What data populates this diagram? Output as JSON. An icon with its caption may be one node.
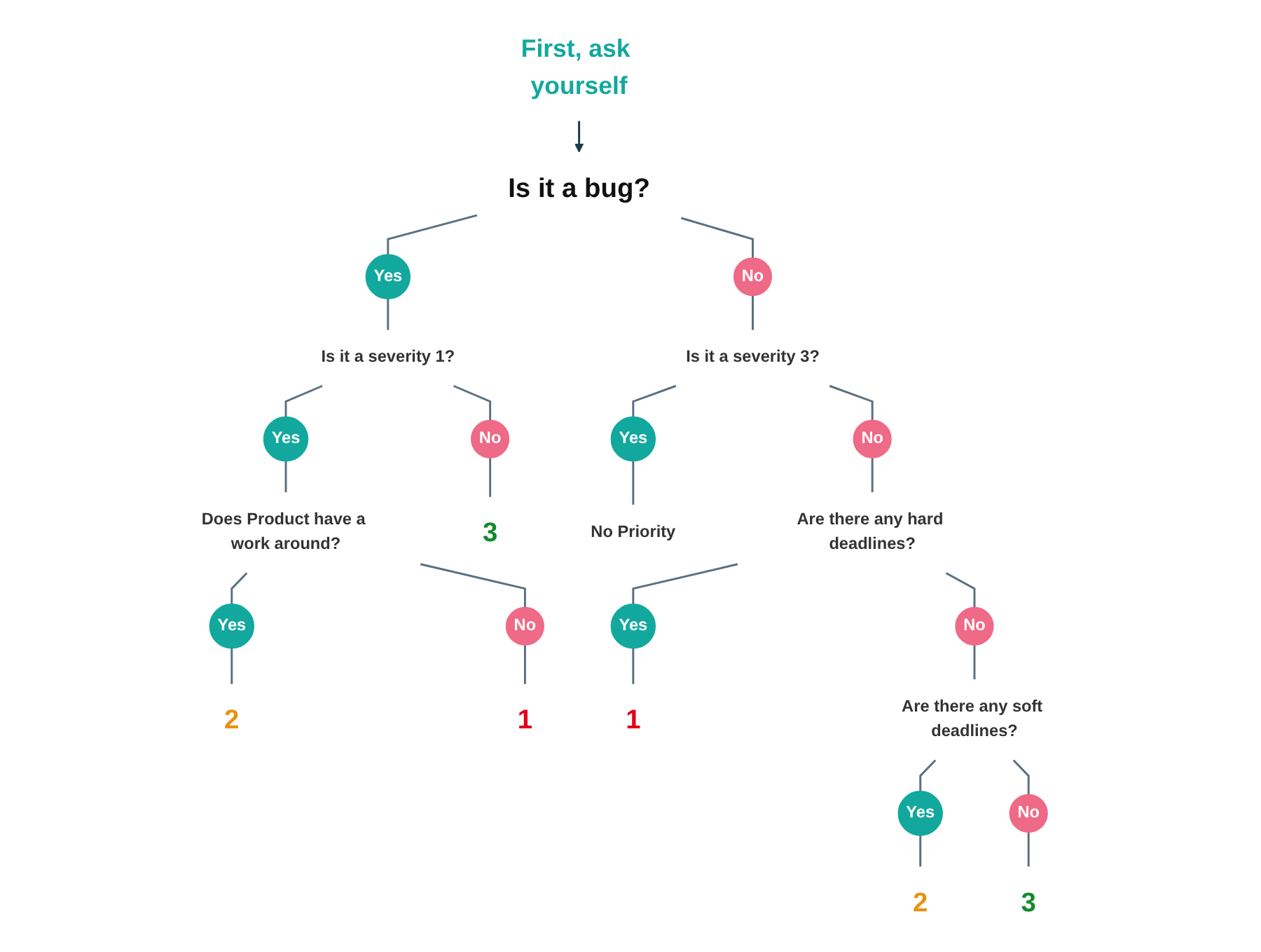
{
  "diagram": {
    "nodes": [
      {
        "text": [
          "First, ask yourself"
        ]
      },
      {
        "text": [
          "Is it a bug?"
        ]
      },
      {
        "text": [
          "Yes"
        ]
      },
      {
        "text": [
          "No"
        ]
      },
      {
        "text": [
          "Is it a severity 1?"
        ]
      },
      {
        "text": [
          "Is it a severity 3?"
        ]
      },
      {
        "text": [
          "Yes"
        ]
      },
      {
        "text": [
          "No"
        ]
      },
      {
        "text": [
          "Yes"
        ]
      },
      {
        "text": [
          "No"
        ]
      },
      {
        "text": [
          "Does Product have a work around?"
        ]
      },
      {
        "text": [
          "3"
        ]
      },
      {
        "text": [
          "No Priority"
        ]
      },
      {
        "text": [
          "Are there any hard deadlines?"
        ]
      },
      {
        "text": [
          "Yes"
        ]
      },
      {
        "text": [
          "No"
        ]
      },
      {
        "text": [
          "Yes"
        ]
      },
      {
        "text": [
          "No"
        ]
      },
      {
        "text": [
          "2"
        ]
      },
      {
        "text": [
          "1"
        ]
      },
      {
        "text": [
          "1"
        ]
      },
      {
        "text": [
          "Are there any soft deadlines?"
        ]
      },
      {
        "text": [
          "Yes"
        ]
      },
      {
        "text": [
          "No"
        ]
      },
      {
        "text": [
          "2"
        ]
      },
      {
        "text": [
          "3"
        ]
      }
    ],
    "edges": [
      {
        "from": 0,
        "to": 1,
        "arrow": "to",
        "color": "#1d3a4f"
      },
      {
        "from": 1,
        "to": 2,
        "arrow": "none"
      },
      {
        "from": 1,
        "to": 3,
        "arrow": "none"
      },
      {
        "from": 2,
        "to": 4,
        "arrow": "none"
      },
      {
        "from": 3,
        "to": 5,
        "arrow": "none"
      },
      {
        "from": 4,
        "to": 6,
        "arrow": "none"
      },
      {
        "from": 4,
        "to": 7,
        "arrow": "none"
      },
      {
        "from": 5,
        "to": 8,
        "arrow": "none"
      },
      {
        "from": 5,
        "to": 9,
        "arrow": "none"
      },
      {
        "from": 6,
        "to": 10,
        "arrow": "none"
      },
      {
        "from": 7,
        "to": 11,
        "arrow": "none"
      },
      {
        "from": 8,
        "to": 12,
        "arrow": "none"
      },
      {
        "from": 9,
        "to": 13,
        "arrow": "none"
      },
      {
        "from": 10,
        "to": 14,
        "arrow": "none"
      },
      {
        "from": 10,
        "to": 15,
        "arrow": "none"
      },
      {
        "from": 13,
        "to": 16,
        "arrow": "none"
      },
      {
        "from": 13,
        "to": 17,
        "arrow": "none"
      },
      {
        "from": 14,
        "to": 18,
        "arrow": "none"
      },
      {
        "from": 15,
        "to": 19,
        "arrow": "none"
      },
      {
        "from": 16,
        "to": 20,
        "arrow": "none"
      },
      {
        "from": 17,
        "to": 21,
        "arrow": "none"
      },
      {
        "from": 21,
        "to": 22,
        "arrow": "none"
      },
      {
        "from": 21,
        "to": 23,
        "arrow": "none"
      },
      {
        "from": 22,
        "to": 24,
        "arrow": "none"
      },
      {
        "from": 23,
        "to": 25,
        "arrow": "none"
      }
    ]
  }
}
